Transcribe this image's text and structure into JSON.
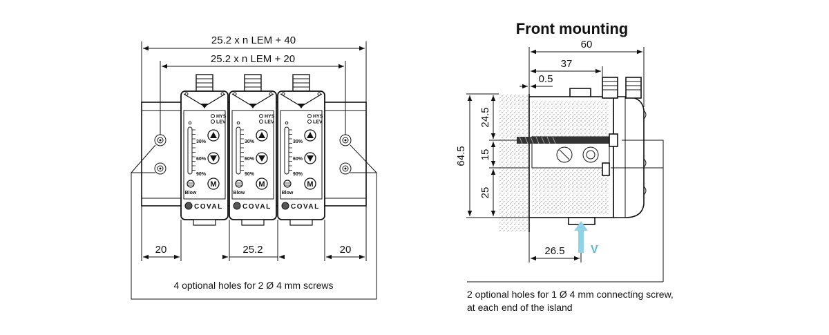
{
  "left_view": {
    "dim_overall": "25.2 x n LEM + 40",
    "dim_inner": "25.2 x n LEM + 20",
    "dim_left_margin": "20",
    "dim_pitch": "25.2",
    "dim_right_margin": "20",
    "note": "4 optional holes for 2 Ø 4 mm screws",
    "module_labels": {
      "hys": "HYS",
      "lev": "LEV",
      "pct30": "30%",
      "pct60": "60%",
      "pct90": "90%",
      "blow": "Blow",
      "mode_button": "M",
      "brand": "COVAL"
    }
  },
  "right_view": {
    "title": "Front mounting",
    "dim_width": "60",
    "dim_37": "37",
    "dim_05": "0.5",
    "dim_height": "64.5",
    "dim_245": "24.5",
    "dim_15": "15",
    "dim_25": "25",
    "dim_265": "26.5",
    "arrow_label": "V",
    "note_line1": "2 optional holes for 1 Ø 4 mm connecting screw,",
    "note_line2": "at each end of the island"
  },
  "colors": {
    "line": "#111111",
    "arrow_blue": "#8fd3e8"
  }
}
